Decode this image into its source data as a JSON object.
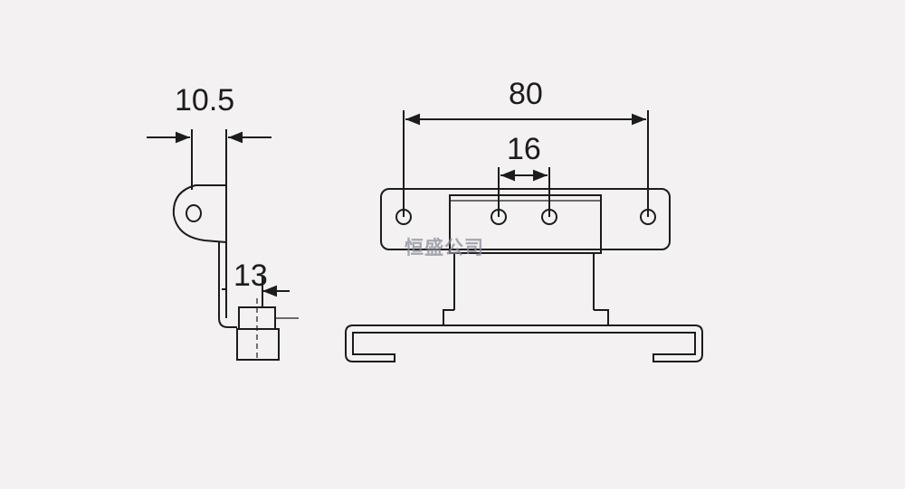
{
  "dimensions": {
    "side_width": "10.5",
    "side_depth": "13",
    "hole_span": "80",
    "hole_pitch": "16"
  },
  "watermark": "恒盛公司",
  "colors": {
    "line": "#1c1c1c",
    "background": "#f3f1f1",
    "watermark": "#8a8d9a"
  }
}
